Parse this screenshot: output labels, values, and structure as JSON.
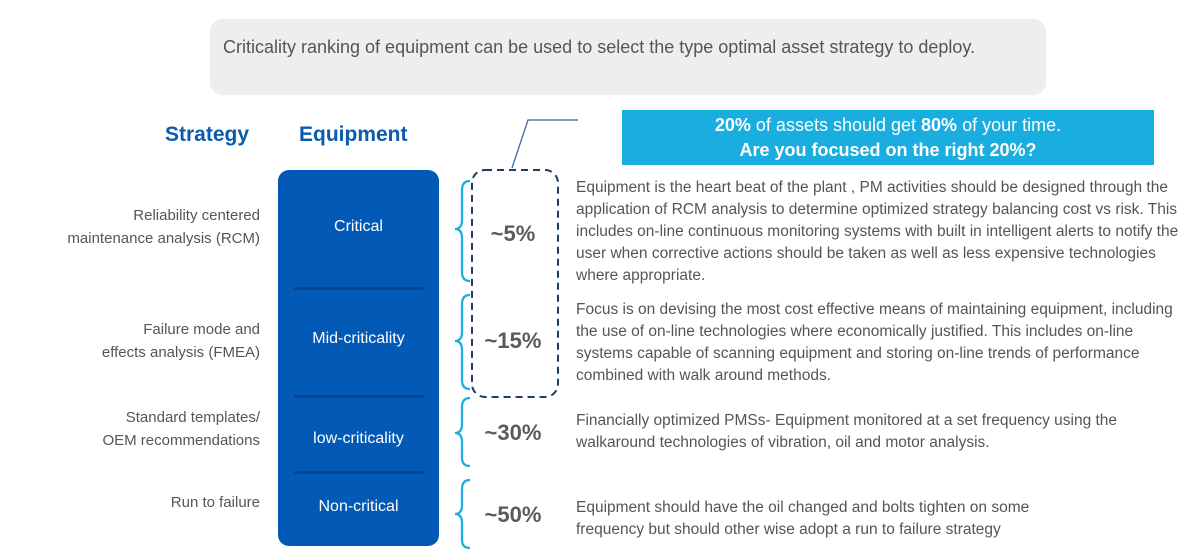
{
  "intro": {
    "text": "Criticality ranking of equipment can be used to select the type optimal asset strategy to deploy."
  },
  "headers": {
    "strategy": "Strategy",
    "equipment": "Equipment"
  },
  "banner": {
    "line1_bold_a": "20%",
    "line1_text_a": " of assets should get ",
    "line1_bold_b": "80%",
    "line1_text_b": " of your time.",
    "line2": "Are you focused on the right 20%?"
  },
  "tiers": [
    {
      "strategy": "Reliability centered maintenance analysis (RCM)",
      "strategy_line1": "Reliability centered",
      "strategy_line2": "maintenance analysis (RCM)",
      "equipment": "Critical",
      "percent": "~5%",
      "description": "Equipment is the heart beat of the plant , PM activities should be designed through the application of RCM analysis to determine optimized strategy balancing cost vs risk. This includes on-line continuous monitoring systems with built in intelligent alerts to notify the user when corrective actions should be taken as well as less expensive technologies where appropriate."
    },
    {
      "strategy": "Failure mode and effects analysis (FMEA)",
      "strategy_line1": "Failure mode and",
      "strategy_line2": "effects analysis (FMEA)",
      "equipment": "Mid-criticality",
      "percent": "~15%",
      "description": "Focus is on devising the most cost effective means of maintaining equipment, including the use of on-line technologies where economically justified. This includes on-line systems capable of scanning equipment and storing on-line trends of performance combined with walk around methods."
    },
    {
      "strategy": "Standard templates/ OEM recommendations",
      "strategy_line1": "Standard templates/",
      "strategy_line2": "OEM recommendations",
      "equipment": "low-criticality",
      "percent": "~30%",
      "description": "Financially optimized PMSs- Equipment monitored at a set frequency using the walkaround technologies of vibration, oil and motor analysis."
    },
    {
      "strategy": "Run to failure",
      "strategy_line1": "Run to failure",
      "strategy_line2": "",
      "equipment": "Non-critical",
      "percent": "~50%",
      "description": "Equipment should have the oil changed and bolts tighten on some frequency but should other wise adopt a run to failure strategy"
    }
  ],
  "colors": {
    "equipment_fill": "#0359b6",
    "header_text": "#0b5bab",
    "banner_fill": "#1aaee0",
    "brace": "#1aaee0",
    "dashed_outline": "#1f3b66",
    "intro_fill": "#eeeeee"
  }
}
